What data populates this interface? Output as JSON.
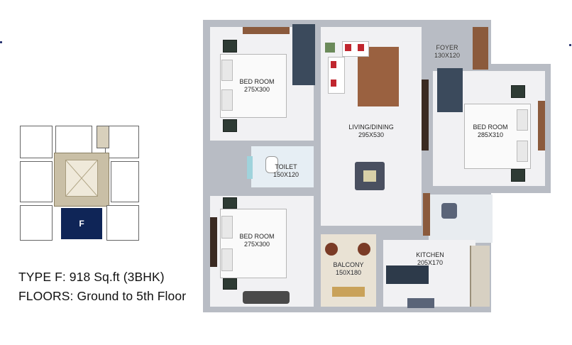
{
  "caption": {
    "line1": "TYPE F: 918 Sq.ft (3BHK)",
    "line2": "FLOORS: Ground to 5th Floor"
  },
  "key_plan": {
    "selected_unit": "F",
    "selected_color": "#0f2557"
  },
  "rooms": {
    "bed_room_top_left": {
      "name": "BED ROOM",
      "dims": "275X300"
    },
    "bed_room_right": {
      "name": "BED ROOM",
      "dims": "285X310"
    },
    "bed_room_bottom_left": {
      "name": "BED ROOM",
      "dims": "275X300"
    },
    "living_dining": {
      "name": "LIVING/DINING",
      "dims": "295X530"
    },
    "foyer": {
      "name": "FOYER",
      "dims": "130X120"
    },
    "toilet": {
      "name": "TOILET",
      "dims": "150X120"
    },
    "balcony": {
      "name": "BALCONY",
      "dims": "150X180"
    },
    "kitchen": {
      "name": "KITCHEN",
      "dims": "205X170"
    }
  },
  "colors": {
    "wall": "#b8bcc4",
    "floor": "#f1f1f3",
    "wood": "#8b5a3c",
    "accent_navy": "#1f2a6b"
  }
}
